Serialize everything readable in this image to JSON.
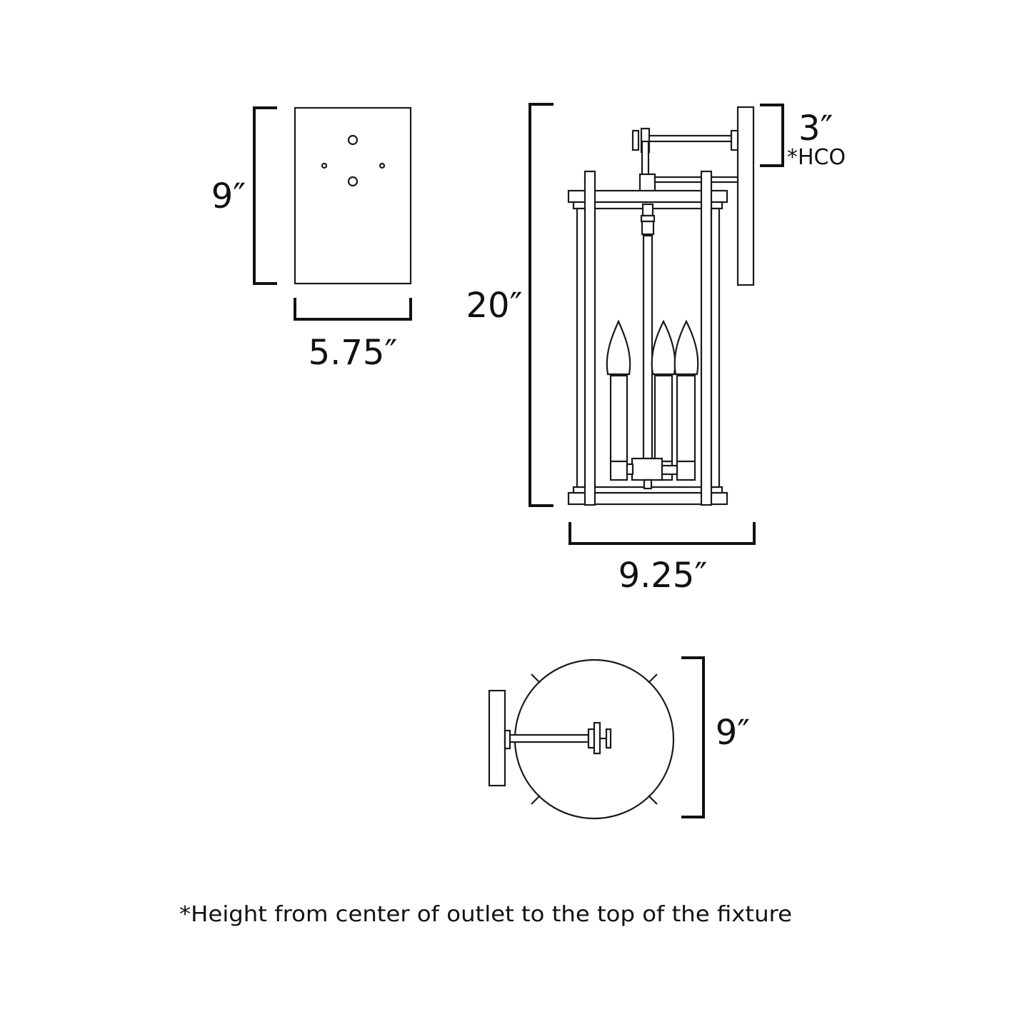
{
  "backplate_view": {
    "height_label": "9″",
    "width_label": "5.75″"
  },
  "front_view": {
    "height_label": "20″",
    "width_label": "9.25″",
    "hco_label": "3″",
    "hco_note": "*HCO"
  },
  "top_view": {
    "depth_label": "9″"
  },
  "footnote": "*Height from center of outlet to the top of the fixture"
}
